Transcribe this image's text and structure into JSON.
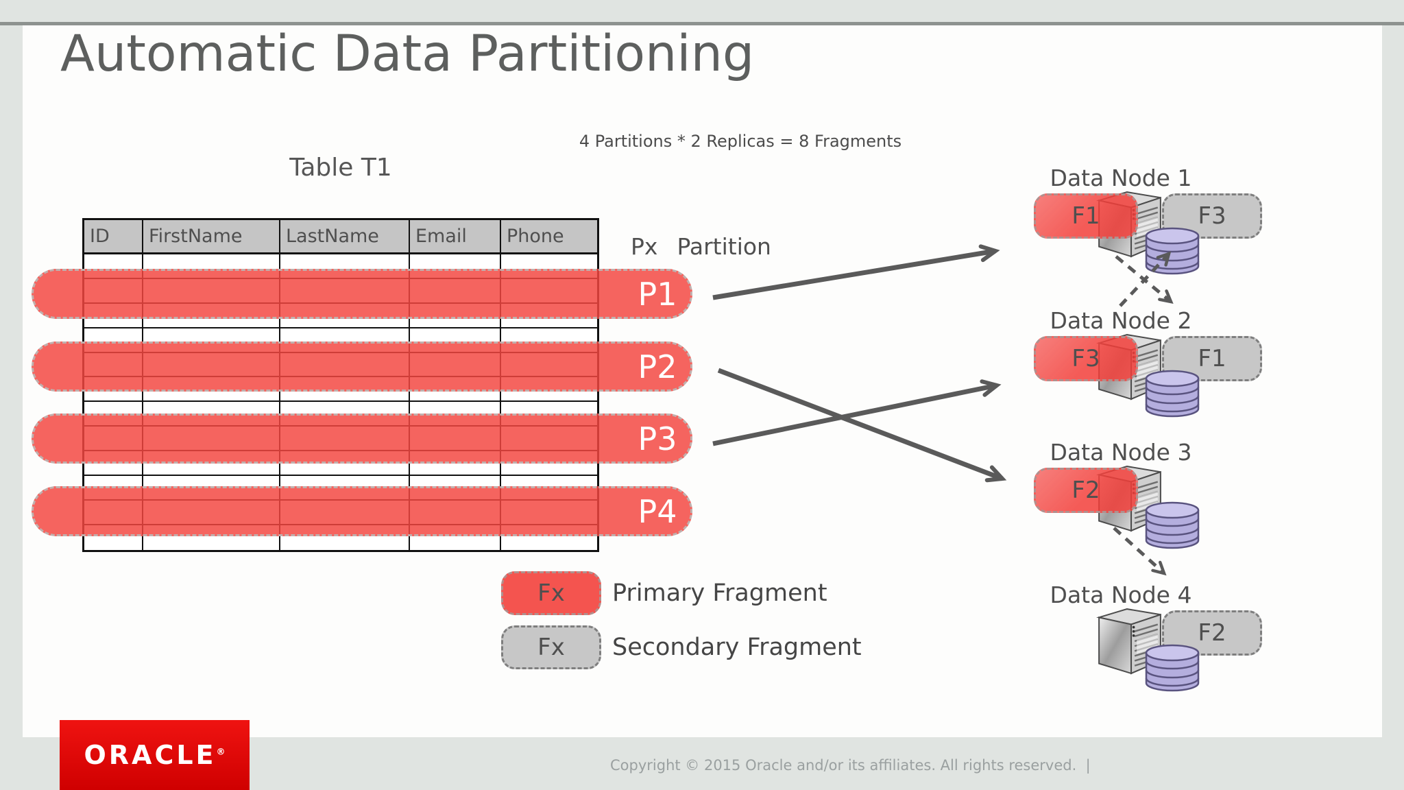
{
  "slide": {
    "title": "Automatic Data Partitioning",
    "subtitle": "4 Partitions * 2 Replicas = 8 Fragments"
  },
  "table": {
    "caption": "Table T1",
    "columns": [
      "ID",
      "FirstName",
      "LastName",
      "Email",
      "Phone"
    ],
    "body_row_count": 12
  },
  "partition_key": {
    "px_label": "Px",
    "partition_word": "Partition"
  },
  "partitions": [
    {
      "label": "P1"
    },
    {
      "label": "P2"
    },
    {
      "label": "P3"
    },
    {
      "label": "P4"
    }
  ],
  "legend": [
    {
      "box_label": "Fx",
      "text": "Primary Fragment",
      "kind": "pri"
    },
    {
      "box_label": "Fx",
      "text": "Secondary Fragment",
      "kind": "sec"
    }
  ],
  "nodes": [
    {
      "label": "Data Node 1",
      "primary_fragment": "F1",
      "secondary_fragment": "F3"
    },
    {
      "label": "Data Node 2",
      "primary_fragment": "F3",
      "secondary_fragment": "F1"
    },
    {
      "label": "Data Node 3",
      "primary_fragment": "F2",
      "secondary_fragment": ""
    },
    {
      "label": "Data Node 4",
      "primary_fragment": "",
      "secondary_fragment": "F2"
    }
  ],
  "connections": {
    "solid_arrows": [
      {
        "from": "P1",
        "to": "Data Node 1"
      },
      {
        "from": "P2",
        "to": "Data Node 3"
      },
      {
        "from": "P3",
        "to": "Data Node 2"
      }
    ],
    "dashed_arrows": [
      {
        "from": "Data Node 1",
        "to": "Data Node 2"
      },
      {
        "from": "Data Node 2",
        "to": "Data Node 1"
      },
      {
        "from": "Data Node 3",
        "to": "Data Node 4"
      }
    ]
  },
  "footer": {
    "logo_text": "ORACLE",
    "registered_mark": "®",
    "copyright": "Copyright © 2015 Oracle and/or its affiliates. All rights reserved.  |"
  },
  "colors": {
    "primary_fragment_red": "#f4504b",
    "secondary_fragment_gray": "#c7c7c7",
    "oracle_logo_red": "#e00000",
    "arrow_gray": "#5a5a5a",
    "database_icon_lavender": "#b4aede",
    "table_header_gray": "#c5c5c5"
  }
}
